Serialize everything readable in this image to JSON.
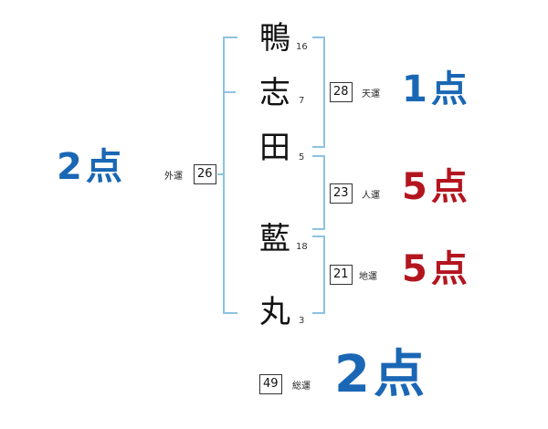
{
  "name_chars": [
    {
      "char": "鴨",
      "strokes": "16"
    },
    {
      "char": "志",
      "strokes": "7"
    },
    {
      "char": "田",
      "strokes": "5"
    },
    {
      "char": "藍",
      "strokes": "18"
    },
    {
      "char": "丸",
      "strokes": "3"
    }
  ],
  "fortunes": {
    "tenkaku": {
      "value": "28",
      "label": "天運",
      "score": "1点",
      "color": "#1a67b5"
    },
    "jinkaku": {
      "value": "23",
      "label": "人運",
      "score": "5点",
      "color": "#b3151f"
    },
    "chikaku": {
      "value": "21",
      "label": "地運",
      "score": "5点",
      "color": "#b3151f"
    },
    "gaikaku": {
      "value": "26",
      "label": "外運",
      "score": "2点",
      "color": "#1a67b5"
    },
    "soukaku": {
      "value": "49",
      "label": "総運",
      "score": "2点",
      "color": "#1a67b5"
    }
  }
}
